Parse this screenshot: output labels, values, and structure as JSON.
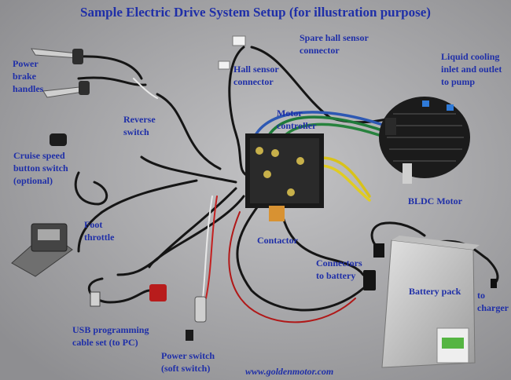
{
  "title": "Sample Electric Drive System Setup (for illustration purpose)",
  "labels": {
    "brake": "Power\nbrake\nhandles",
    "cruise": "Cruise speed\nbutton switch\n(optional)",
    "reverse": "Reverse\nswitch",
    "hall": "Hall sensor\nconnector",
    "spare_hall": "Spare hall sensor\nconnector",
    "cooling": "Liquid cooling\ninlet and outlet\nto pump",
    "controller": "Motor\ncontroller",
    "motor": "BLDC Motor",
    "throttle": "Foot\nthrottle",
    "contactor": "Contactor",
    "battery_conn": "Connectors\nto battery",
    "battery": "Battery pack",
    "charger": "to\ncharger",
    "usb": "USB programming\ncable set (to PC)",
    "power": "Power switch\n(soft switch)"
  },
  "website": "www.goldenmotor.com",
  "colors": {
    "label": "#1f2fa8",
    "background": "#a9a9ab"
  }
}
